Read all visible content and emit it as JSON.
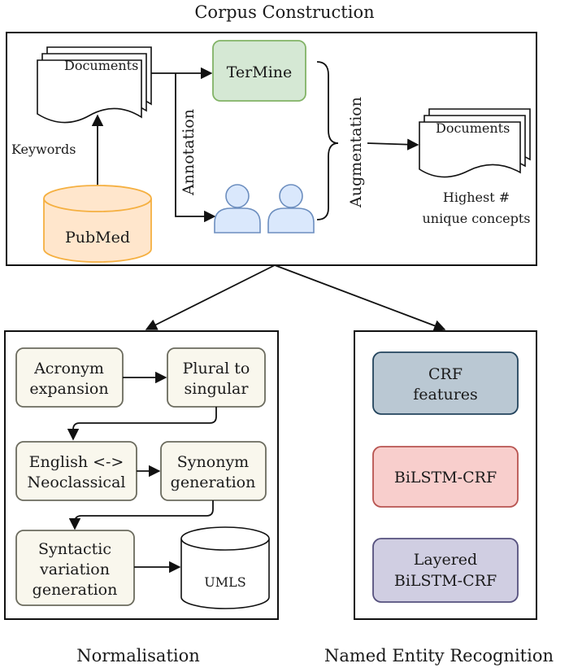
{
  "titles": {
    "corpus": "Corpus Construction",
    "normalisation": "Normalisation",
    "ner": "Named Entity Recognition"
  },
  "corpus": {
    "documents_in": "Documents",
    "keywords": "Keywords",
    "pubmed": "PubMed",
    "termine": "TerMine",
    "annotation": "Annotation",
    "augmentation": "Augmentation",
    "documents_out": "Documents",
    "highest_line1": "Highest #",
    "highest_line2": "unique concepts"
  },
  "normalisation": {
    "acronym": [
      "Acronym",
      "expansion"
    ],
    "plural": [
      "Plural to",
      "singular"
    ],
    "english": [
      "English <->",
      "Neoclassical"
    ],
    "synonym": [
      "Synonym",
      "generation"
    ],
    "syntactic": [
      "Syntactic",
      "variation",
      "generation"
    ],
    "umls": "UMLS"
  },
  "ner": {
    "crf": [
      "CRF",
      "features"
    ],
    "bilstm": "BiLSTM-CRF",
    "layered": [
      "Layered",
      "BiLSTM-CRF"
    ]
  },
  "colors": {
    "termine_fill": "#d5e8d4",
    "termine_stroke": "#82b366",
    "pubmed_fill": "#ffe6cc",
    "pubmed_stroke": "#f5b041",
    "person_fill": "#dae8fc",
    "person_stroke": "#6c8ebf",
    "norm_fill": "#f9f7ed",
    "norm_stroke": "#6b6b5e",
    "crf_fill": "#bac8d3",
    "crf_stroke": "#23445d",
    "bilstm_fill": "#f8cecc",
    "bilstm_stroke": "#b85450",
    "layered_fill": "#d0cee2",
    "layered_stroke": "#56517e"
  }
}
